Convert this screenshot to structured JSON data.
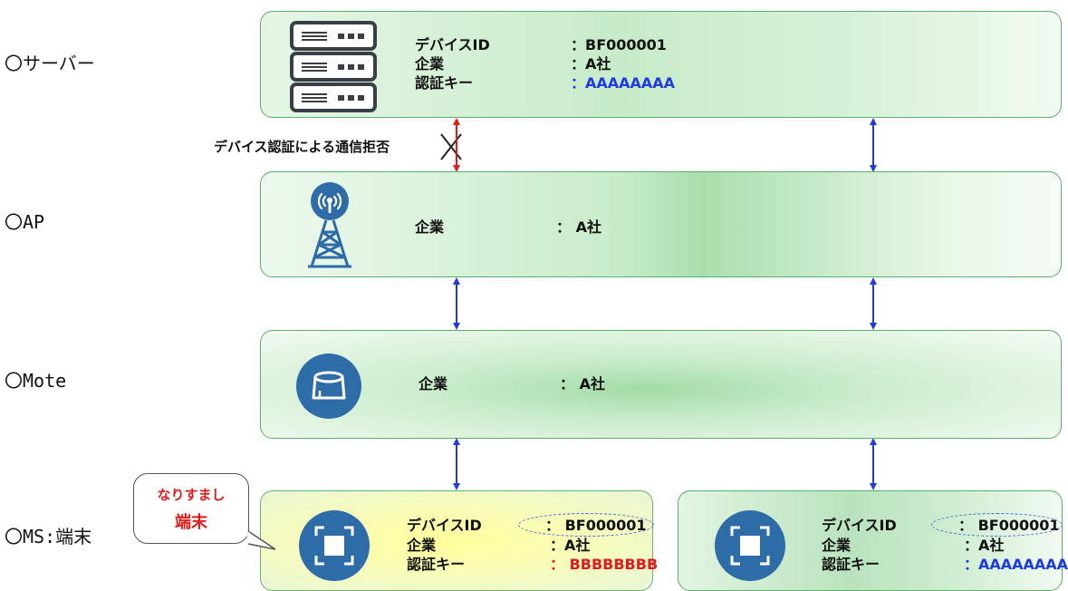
{
  "rows": {
    "server": "〇サーバー",
    "ap": "〇AP",
    "mote": "〇Mote",
    "ms": "〇MS:端末"
  },
  "server": {
    "device_id_label": "デバイスID",
    "device_id_value": "：BF000001",
    "company_label": "企業",
    "company_value": "：A社",
    "auth_label": "認証キー",
    "auth_value": "：AAAAAAAA"
  },
  "rejection_label": "デバイス認証による通信拒否",
  "ap": {
    "company_label": "企業",
    "company_value": "：  A社"
  },
  "mote": {
    "company_label": "企業",
    "company_value": "：  A社"
  },
  "ms_spoof": {
    "device_id_label": "デバイスID",
    "device_id_value": "： BF000001",
    "company_label": "企業",
    "company_value": "：A社",
    "auth_label": "認証キー",
    "auth_value": "： BBBBBBBB"
  },
  "ms_genuine": {
    "device_id_label": "デバイスID",
    "device_id_value": "： BF000001",
    "company_label": "企業",
    "company_value": "：A社",
    "auth_label": "認証キー",
    "auth_value": "：AAAAAAAA"
  },
  "spoof_bubble": {
    "line1": "なりすまし",
    "line2": "端末"
  },
  "colors": {
    "panel_border": "#5cae68",
    "panel_fill": "#c7ebc9",
    "spoof_fill": "#fbfdb0",
    "arrow_ok": "#1d3be0",
    "arrow_rejected": "#e21a1a",
    "icon_blue": "#2e6ca8",
    "icon_dark": "#3a3f47"
  },
  "icons": [
    "server-rack-icon",
    "antenna-tower-icon",
    "mote-sensor-icon",
    "terminal-device-icon",
    "reject-x-icon"
  ]
}
